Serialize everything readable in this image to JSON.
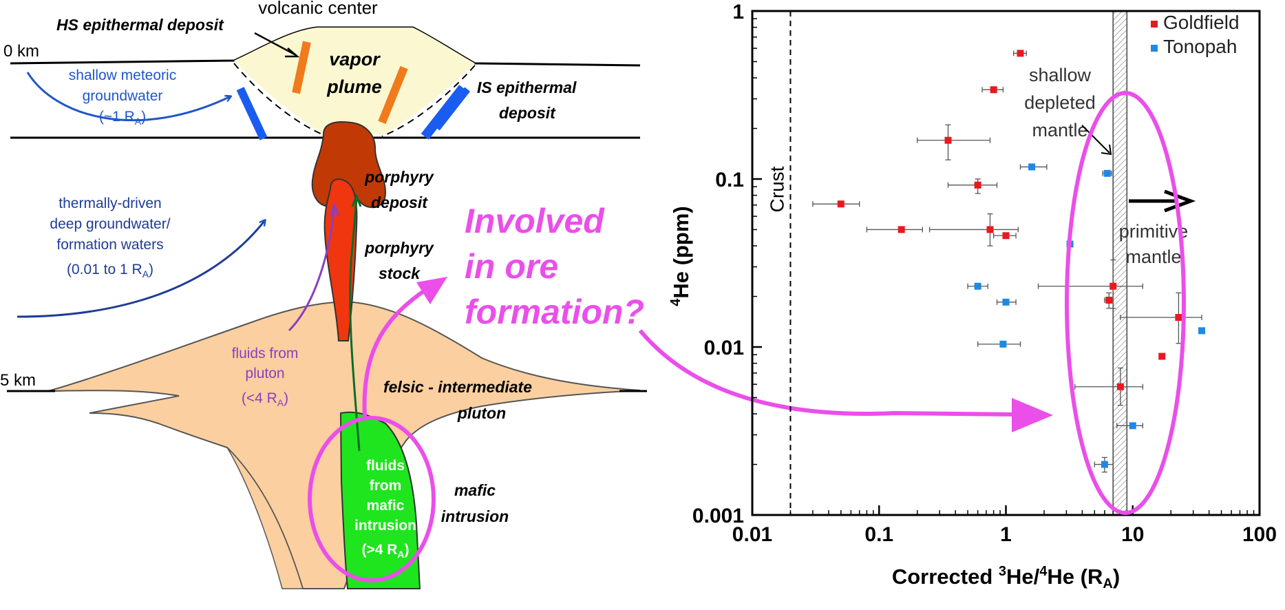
{
  "diagram": {
    "title": "volcanic center",
    "depth_0": "0 km",
    "depth_5": "5 km",
    "hs_deposit": "HS epithermal deposit",
    "vapor_1": "vapor",
    "vapor_2": "plume",
    "is_deposit_1": "IS epithermal",
    "is_deposit_2": "deposit",
    "shallow_gw": [
      "shallow meteoric",
      "groundwater",
      "(~1 R",
      "A",
      ")"
    ],
    "deep_gw": [
      "thermally-driven",
      "deep groundwater/",
      "formation waters",
      "(0.01 to 1 R",
      "A",
      ")"
    ],
    "porphyry_deposit": [
      "porphyry",
      "deposit"
    ],
    "porphyry_stock": [
      "porphyry",
      "stock"
    ],
    "pluton_fluids": [
      "fluids from",
      "pluton",
      "(<4 R",
      "A",
      ")"
    ],
    "pluton": [
      "felsic - intermediate",
      "pluton"
    ],
    "mafic": [
      "mafic",
      "intrusion"
    ],
    "mafic_fluids": [
      "fluids",
      "from",
      "mafic",
      "intrusion",
      "(>4 R",
      "A",
      ")"
    ],
    "question": [
      "Involved",
      "in ore",
      "formation?"
    ]
  },
  "chart_data": {
    "type": "scatter",
    "x_scale": "log",
    "y_scale": "log",
    "xlim": [
      0.01,
      100
    ],
    "ylim": [
      0.001,
      1
    ],
    "x_ticks": [
      "0.01",
      "0.1",
      "1",
      "10",
      "100"
    ],
    "y_ticks": [
      "0.001",
      "0.01",
      "0.1",
      "1"
    ],
    "xlabel": [
      "Corrected ",
      "3",
      "He/",
      "4",
      "He (R",
      "A",
      ")"
    ],
    "ylabel": [
      "4",
      "He (ppm)"
    ],
    "legend_position": "top-right",
    "annotations": {
      "crust": "Crust",
      "crust_x": 0.02,
      "mantle_band_x": [
        7,
        9
      ],
      "shallow": [
        "shallow",
        "depleted",
        "mantle"
      ],
      "primitive": [
        "primitive",
        "mantle"
      ]
    },
    "series": [
      {
        "name": "Goldfield",
        "color": "#e8191f",
        "points": [
          {
            "x": 1.3,
            "y": 0.56,
            "xerr": [
              1.15,
              1.45
            ]
          },
          {
            "x": 0.8,
            "y": 0.34,
            "xerr": [
              0.65,
              0.95
            ]
          },
          {
            "x": 0.35,
            "y": 0.17,
            "xerr": [
              0.2,
              0.75
            ],
            "yerr": [
              0.13,
              0.21
            ]
          },
          {
            "x": 0.6,
            "y": 0.092,
            "xerr": [
              0.35,
              0.85
            ],
            "yerr": [
              0.082,
              0.1
            ]
          },
          {
            "x": 0.05,
            "y": 0.071,
            "xerr": [
              0.03,
              0.07
            ]
          },
          {
            "x": 0.15,
            "y": 0.05,
            "xerr": [
              0.08,
              0.22
            ]
          },
          {
            "x": 0.75,
            "y": 0.05,
            "xerr": [
              0.25,
              1.25
            ],
            "yerr": [
              0.04,
              0.062
            ]
          },
          {
            "x": 1.0,
            "y": 0.046,
            "xerr": [
              0.8,
              1.2
            ]
          },
          {
            "x": 7.0,
            "y": 0.023,
            "xerr": [
              1.8,
              12
            ],
            "yerr": [
              0.017,
              0.033
            ]
          },
          {
            "x": 6.5,
            "y": 0.019,
            "xerr": [
              6.0,
              7.0
            ],
            "yerr": [
              0.017,
              0.021
            ]
          },
          {
            "x": 23,
            "y": 0.015,
            "xerr": [
              8,
              35
            ],
            "yerr": [
              0.0105,
              0.021
            ]
          },
          {
            "x": 17,
            "y": 0.0088
          },
          {
            "x": 8,
            "y": 0.0058,
            "xerr": [
              3.5,
              12
            ],
            "yerr": [
              0.0045,
              0.0075
            ]
          }
        ]
      },
      {
        "name": "Tonopah",
        "color": "#1e88e5",
        "points": [
          {
            "x": 1.6,
            "y": 0.118,
            "xerr": [
              1.3,
              2.1
            ]
          },
          {
            "x": 6.3,
            "y": 0.108,
            "xerr": [
              5.8,
              6.8
            ]
          },
          {
            "x": 3.2,
            "y": 0.041
          },
          {
            "x": 0.6,
            "y": 0.023,
            "xerr": [
              0.5,
              0.72
            ]
          },
          {
            "x": 1.0,
            "y": 0.0185,
            "xerr": [
              0.85,
              1.2
            ]
          },
          {
            "x": 0.95,
            "y": 0.0104,
            "xerr": [
              0.6,
              1.3
            ]
          },
          {
            "x": 35,
            "y": 0.0125
          },
          {
            "x": 10,
            "y": 0.0034,
            "xerr": [
              7.5,
              12
            ]
          },
          {
            "x": 6.0,
            "y": 0.002,
            "xerr": [
              5.0,
              7.0
            ],
            "yerr": [
              0.0018,
              0.0022
            ]
          }
        ]
      }
    ]
  }
}
